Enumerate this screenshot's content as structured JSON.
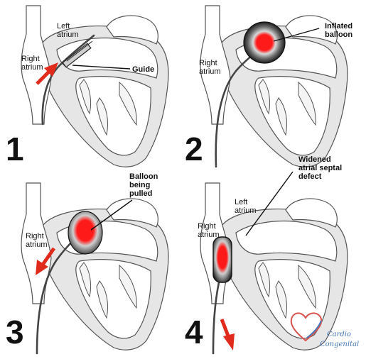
{
  "panels": [
    {
      "step": "1",
      "labels": {
        "left_atrium": [
          "Left",
          "atrium"
        ],
        "right_atrium": [
          "Right",
          "atrium"
        ],
        "guide": "Guide"
      }
    },
    {
      "step": "2",
      "labels": {
        "right_atrium": [
          "Right",
          "atrium"
        ],
        "balloon": [
          "Inflated",
          "balloon"
        ]
      }
    },
    {
      "step": "3",
      "labels": {
        "right_atrium": [
          "Right",
          "atrium"
        ],
        "balloon": [
          "Balloon",
          "being",
          "pulled"
        ]
      }
    },
    {
      "step": "4",
      "labels": {
        "left_atrium": [
          "Left",
          "atrium"
        ],
        "right_atrium": [
          "Right",
          "atrium"
        ],
        "defect": [
          "Widened",
          "atrial septal",
          "defect"
        ]
      }
    }
  ],
  "logo": {
    "line1": "Cardio",
    "line2": "Congenital"
  },
  "colors": {
    "arrow": "#e02a1c",
    "balloon_core": "#ff1010",
    "balloon_rim": "#2a2a2a",
    "heart_wall": "#e6e6e6",
    "logo_blue": "#4a78b8",
    "logo_heart": "#d9534f"
  }
}
